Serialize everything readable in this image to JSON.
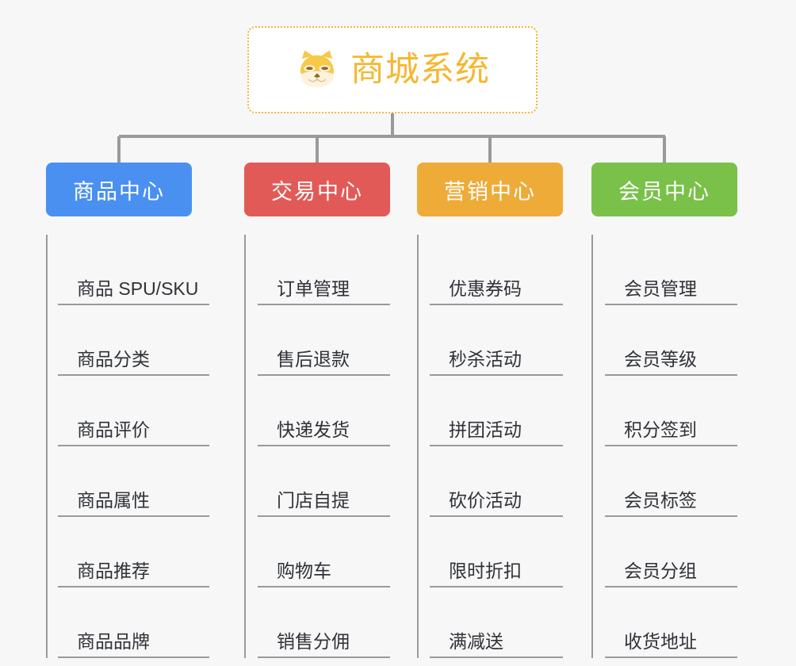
{
  "diagram": {
    "title": "商城系统",
    "root": {
      "label": "商城系统",
      "icon": "shiba-dog-icon",
      "text_color": "#f5b731",
      "border_color": "#f2b632",
      "background": "#ffffff"
    },
    "background_color": "#f7f7f7",
    "connector_color": "#9a9a9a",
    "leaf_text_color": "#2f3238",
    "columns": [
      {
        "id": "product-center",
        "label": "商品中心",
        "color": "#4a90f0",
        "leaves": [
          "商品 SPU/SKU",
          "商品分类",
          "商品评价",
          "商品属性",
          "商品推荐",
          "商品品牌"
        ]
      },
      {
        "id": "trade-center",
        "label": "交易中心",
        "color": "#e25a57",
        "leaves": [
          "订单管理",
          "售后退款",
          "快递发货",
          "门店自提",
          "购物车",
          "销售分佣"
        ]
      },
      {
        "id": "marketing-center",
        "label": "营销中心",
        "color": "#eeab37",
        "leaves": [
          "优惠券码",
          "秒杀活动",
          "拼团活动",
          "砍价活动",
          "限时折扣",
          "满减送"
        ]
      },
      {
        "id": "member-center",
        "label": "会员中心",
        "color": "#79c148",
        "leaves": [
          "会员管理",
          "会员等级",
          "积分签到",
          "会员标签",
          "会员分组",
          "收货地址"
        ]
      }
    ]
  }
}
